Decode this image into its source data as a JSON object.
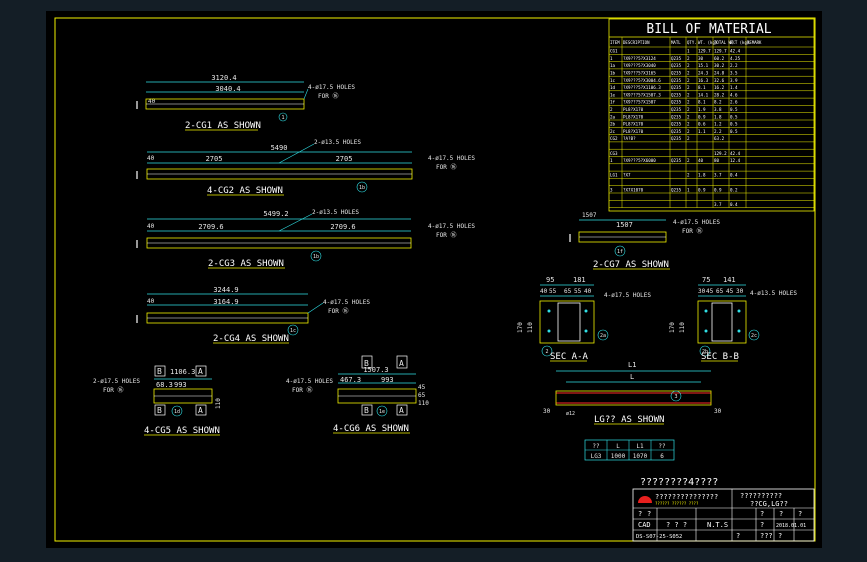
{
  "colors": {
    "background": "#000000",
    "frame": "#f2f200",
    "dimension": "#2fe0e6",
    "text": "#ffffff",
    "rebar": "#ff2a2a",
    "logo": "#e8201e"
  },
  "bom": {
    "title": "BILL OF MATERIAL",
    "headers": [
      "ITEM",
      "DESCRIPTION",
      "MATL",
      "QTY.",
      "WT. (kg)",
      "TOTAL WT.",
      "W/T (kg)",
      "REMARK"
    ],
    "rows": [
      [
        "CG1",
        "",
        "",
        "1",
        "129.7",
        "129.7",
        "42.4",
        ""
      ],
      [
        "1",
        "?X9???5?X3124",
        "Q235",
        "2",
        "30",
        "60.2",
        "4.25",
        ""
      ],
      [
        "1a",
        "?X9???5?X3040",
        "Q235",
        "2",
        "15.1",
        "30.2",
        "2.2",
        ""
      ],
      [
        "1b",
        "?X9???5?X3165",
        "Q235",
        "2",
        "24.3",
        "24.8",
        "3.5",
        ""
      ],
      [
        "1c",
        "?X9???5?X3004.6",
        "Q235",
        "2",
        "16.3",
        "32.6",
        "3.9",
        ""
      ],
      [
        "1d",
        "?X9???5?X1106.3",
        "Q235",
        "2",
        "8.1",
        "16.2",
        "1.4",
        ""
      ],
      [
        "1e",
        "?X9???5?X1507.3",
        "Q235",
        "2",
        "14.1",
        "28.2",
        "4.6",
        ""
      ],
      [
        "1f",
        "?X9???5?X1507",
        "Q235",
        "2",
        "8.1",
        "8.2",
        "2.6",
        ""
      ],
      [
        "2",
        "PL8?X170",
        "Q235",
        "2",
        "1.9",
        "3.8",
        "0.5",
        ""
      ],
      [
        "2a",
        "PL8?X170",
        "Q235",
        "2",
        "0.9",
        "1.8",
        "0.5",
        ""
      ],
      [
        "2b",
        "PL8?X170",
        "Q235",
        "2",
        "0.6",
        "1.2",
        "0.5",
        ""
      ],
      [
        "2c",
        "PL8?X170",
        "Q235",
        "2",
        "1.1",
        "2.2",
        "0.5",
        ""
      ],
      [
        "CG2",
        "?A?B?",
        "Q235",
        "2",
        "",
        "63.2",
        "",
        ""
      ],
      [
        "",
        "",
        "",
        "",
        "",
        "",
        "",
        ""
      ],
      [
        "CG3",
        "",
        "",
        "",
        "",
        "129.2",
        "42.4",
        ""
      ],
      [
        "1",
        "?X9???5?X6000",
        "Q235",
        "2",
        "40",
        "80",
        "12.4",
        ""
      ],
      [
        "",
        "",
        "",
        "",
        "",
        "",
        "",
        ""
      ],
      [
        "LG1",
        "?X7",
        "",
        "2",
        "1.8",
        "3.7",
        "0.4",
        ""
      ],
      [
        "",
        "",
        "",
        "",
        "",
        "",
        "",
        ""
      ],
      [
        "3",
        "?X7X1070",
        "Q235",
        "1",
        "0.9",
        "0.9",
        "0.2",
        ""
      ],
      [
        "",
        "",
        "",
        "",
        "",
        "",
        "",
        ""
      ],
      [
        "",
        "",
        "",
        "",
        "",
        "3.7",
        "0.4",
        ""
      ]
    ]
  },
  "views": {
    "cg1": {
      "overall": "3120.4",
      "inner": "3040.4",
      "label": "2-CG1 AS SHOWN",
      "holes": "4-ø17.5 HOLES",
      "holes_for": "FOR ⑯",
      "item": "1",
      "end_dim": "40"
    },
    "cg2": {
      "overall": "5490",
      "half_left": "2705",
      "half_right": "2705",
      "label": "4-CG2 AS SHOWN",
      "holes": "2-ø13.5 HOLES",
      "holes_end": "4-ø17.5 HOLES",
      "holes_for": "FOR ⑯",
      "item": "1b",
      "end_dim": "40"
    },
    "cg3": {
      "overall": "5499.2",
      "half_left": "2709.6",
      "half_right": "2709.6",
      "label": "2-CG3 AS SHOWN",
      "holes": "2-ø13.5 HOLES",
      "holes_end": "4-ø17.5 HOLES",
      "holes_for": "FOR ⑯",
      "item": "1b",
      "end_dim": "40"
    },
    "cg4": {
      "overall": "3244.9",
      "inner": "3164.9",
      "label": "2-CG4 AS SHOWN",
      "holes": "4-ø17.5 HOLES",
      "holes_for": "FOR ⑯",
      "item": "1c",
      "end_dim": "40"
    },
    "cg5": {
      "overall": "1106.3",
      "left": "68.3",
      "right": "993",
      "label": "4-CG5 AS SHOWN",
      "holes": "2-ø17.5 HOLES",
      "holes_for": "FOR ⑯",
      "item": "1d",
      "height": "110",
      "sec_b": "B",
      "sec_a": "A"
    },
    "cg6": {
      "overall": "1507.3",
      "left": "467.3",
      "right": "993",
      "label": "4-CG6 AS SHOWN",
      "holes": "4-ø17.5 HOLES",
      "holes_for": "FOR ⑯",
      "item": "1e",
      "height": "110",
      "sec_b": "B",
      "sec_a": "A",
      "h1": "45",
      "h2": "65"
    },
    "cg7": {
      "overall": "1507",
      "inner": "1507",
      "label": "2-CG7 AS SHOWN",
      "holes": "4-ø17.5 HOLES",
      "holes_for": "FOR ⑯",
      "item": "1f"
    },
    "sec_aa": {
      "label": "SEC A-A",
      "w1": "95",
      "w2": "181",
      "d1": "40",
      "d2": "55",
      "d3": "65",
      "d4": "55",
      "d5": "40",
      "h": "170",
      "h2": "110",
      "holes": "4-ø17.5 HOLES",
      "item_l": "2",
      "item_r": "2a"
    },
    "sec_bb": {
      "label": "SEC B-B",
      "w1": "75",
      "w2": "141",
      "d1": "30",
      "d2": "45",
      "d3": "65",
      "d4": "45",
      "d5": "30",
      "h": "170",
      "h2": "110",
      "holes": "4-ø13.5 HOLES",
      "item_l": "2b",
      "item_r": "2c"
    },
    "lg": {
      "label": "LG?? AS SHOWN",
      "l1": "L1",
      "l": "L",
      "end": "30",
      "ph": "ø12",
      "item": "3"
    }
  },
  "lg_table": {
    "headers": [
      "??",
      "L",
      "L1",
      "??"
    ],
    "row": [
      "LG3",
      "1000",
      "1070",
      "6"
    ]
  },
  "title_block": {
    "project": "????????4????",
    "company": "???????????????",
    "company_sub": "?????? ?????? ????",
    "drawing_title": "??????????",
    "drawing_sub": "??CG,LG??",
    "cells_r1": [
      "?",
      "?",
      "?",
      "?",
      "?",
      "?"
    ],
    "cells_r2": [
      "?",
      "?",
      "?",
      "?",
      "?",
      "?"
    ],
    "cad": "CAD",
    "scale_label": "? ? ?",
    "ns": "N.T.S",
    "rev": "?",
    "date": "2018.01.01",
    "dwg_no": "DS-S07-25-S052",
    "sheet": "?",
    "sheet2": "???",
    "sheet3": "?"
  }
}
